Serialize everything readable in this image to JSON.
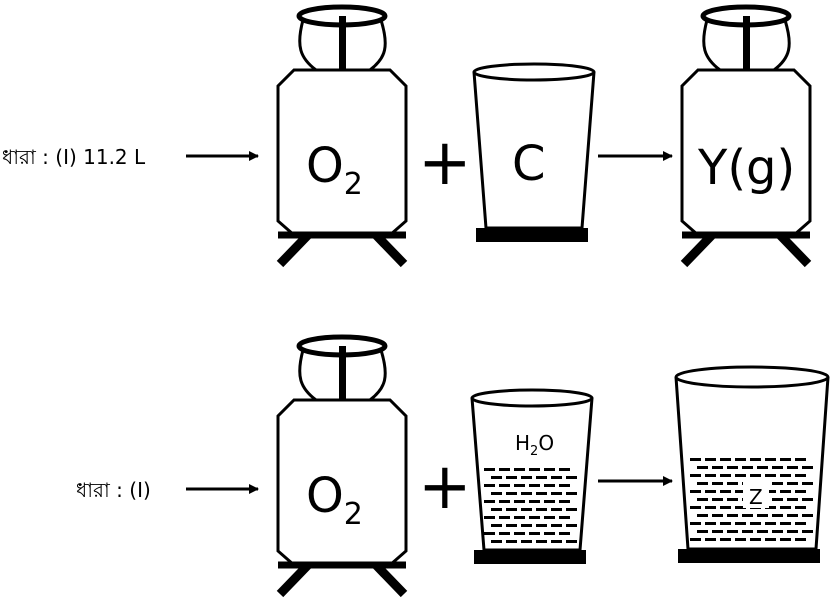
{
  "row1": {
    "label": "ধারা : (I) 11.2 L",
    "cylinder_left": {
      "main": "O",
      "sub": "2"
    },
    "plus": "+",
    "cup": {
      "label": "C"
    },
    "cylinder_right": {
      "label": "Y(g)"
    }
  },
  "row2": {
    "label": "ধারা : (I)",
    "cylinder_left": {
      "main": "O",
      "sub": "2"
    },
    "plus": "+",
    "small_beaker": {
      "main": "H",
      "sub": "2",
      "tail": "O"
    },
    "large_beaker": {
      "label": "Z"
    }
  },
  "colors": {
    "ink": "#000000",
    "background": "#ffffff"
  }
}
